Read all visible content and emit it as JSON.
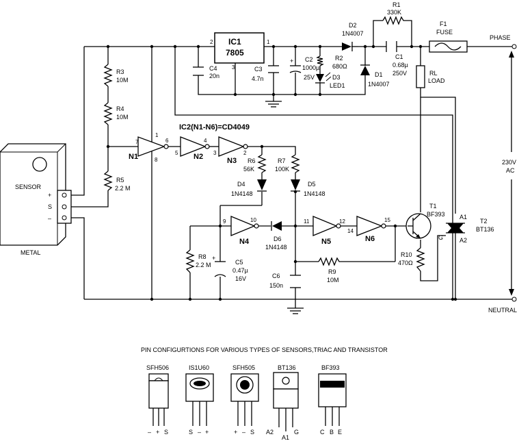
{
  "ic1": {
    "name": "IC1",
    "part": "7805",
    "pin1": "1",
    "pin2": "2",
    "pin3": "3"
  },
  "ic2_title": "IC2(N1-N6)=CD4049",
  "sensor": {
    "label": "SENSOR",
    "metal": "METAL",
    "plus": "+",
    "s": "S",
    "minus": "–"
  },
  "resistors": {
    "r1": [
      "R1",
      "330K"
    ],
    "r2": [
      "R2",
      "680Ω"
    ],
    "r3": [
      "R3",
      "10M"
    ],
    "r4": [
      "R4",
      "10M"
    ],
    "r5": [
      "R5",
      "2.2 M"
    ],
    "r6": [
      "R6",
      "56K"
    ],
    "r7": [
      "R7",
      "100K"
    ],
    "r8": [
      "R8",
      "2.2 M"
    ],
    "r9": [
      "R9",
      "10M"
    ],
    "r10": [
      "R10",
      "470Ω"
    ],
    "rl": [
      "RL",
      "LOAD"
    ]
  },
  "capacitors": {
    "c1": [
      "C1",
      "0.68µ",
      "250V"
    ],
    "c2": [
      "C2",
      "1000µ",
      "25V"
    ],
    "c3": [
      "C3",
      "4.7n"
    ],
    "c4": [
      "C4",
      "20n"
    ],
    "c5": [
      "C5",
      "0.47µ",
      "16V"
    ],
    "c6": [
      "C6",
      "150n"
    ]
  },
  "diodes": {
    "d1": [
      "D1",
      "1N4007"
    ],
    "d2": [
      "D2",
      "1N4007"
    ],
    "d3": [
      "D3",
      "LED1"
    ],
    "d4": [
      "D4",
      "1N4148"
    ],
    "d5": [
      "D5",
      "1N4148"
    ],
    "d6": [
      "D6",
      "1N4148"
    ]
  },
  "fuse": [
    "F1",
    "FUSE"
  ],
  "gates": [
    "N1",
    "N2",
    "N3",
    "N4",
    "N5",
    "N6"
  ],
  "gate_pins": {
    "n1_in": "7",
    "n1_vdd": "1",
    "n1_vss": "8",
    "n1_out": "6",
    "n2_in": "5",
    "n2_out": "4",
    "n3_in": "3",
    "n3_out": "2",
    "n4_in": "9",
    "n4_out": "10",
    "n5_in": "11",
    "n5_out": "12",
    "n6_in": "14",
    "n6_out": "15"
  },
  "t1": [
    "T1",
    "BF393"
  ],
  "t2": [
    "T2",
    "BT136"
  ],
  "triac_pins": {
    "a1": "A1",
    "a2": "A2",
    "g": "G"
  },
  "mains": {
    "phase": "PHASE",
    "neutral": "NEUTRAL",
    "v": "230V",
    "ac": "AC"
  },
  "pin_title": "PIN CONFIGURTIONS FOR VARIOUS TYPES OF SENSORS,TRIAC AND TRANSISTOR",
  "packages": [
    {
      "name": "SFH506",
      "pins": [
        "–",
        "+",
        "S"
      ]
    },
    {
      "name": "IS1U60",
      "pins": [
        "S",
        "–",
        "+"
      ]
    },
    {
      "name": "SFH505",
      "pins": [
        "+",
        "–",
        "S"
      ]
    },
    {
      "name": "BT136",
      "pins": [
        "A2",
        "A1",
        "G"
      ]
    },
    {
      "name": "BF393",
      "pins": [
        "C",
        "B",
        "E"
      ]
    }
  ]
}
